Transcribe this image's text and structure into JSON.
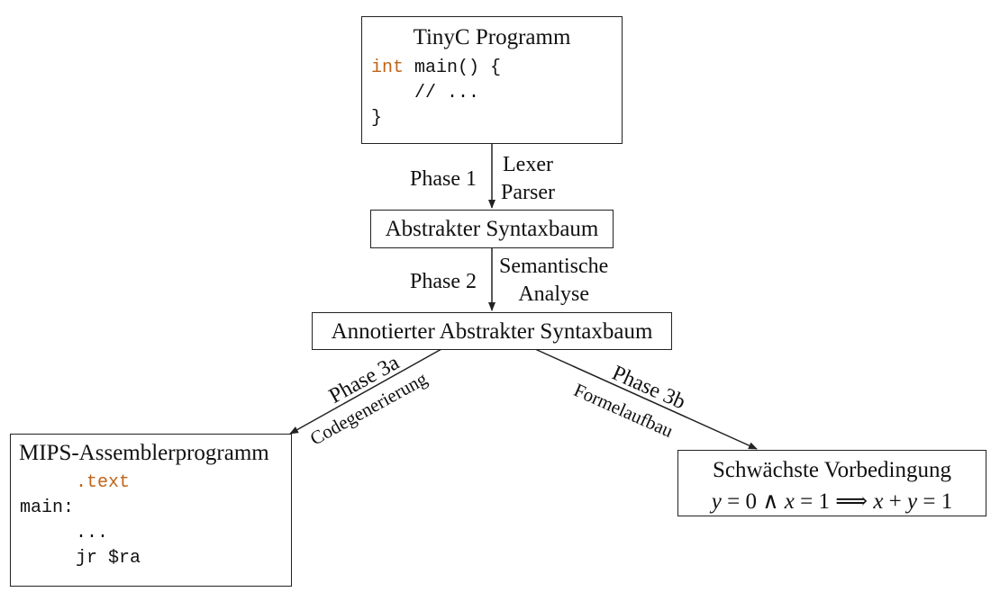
{
  "boxes": {
    "tinyc": {
      "title": "TinyC Programm",
      "code": {
        "kw": "int",
        "line1_rest": " main() {",
        "line2": "    // ...",
        "line3": "}"
      }
    },
    "ast": {
      "title": "Abstrakter Syntaxbaum"
    },
    "annotated_ast": {
      "title": "Annotierter Abstrakter Syntaxbaum"
    },
    "mips": {
      "title": "MIPS-Assemblerprogramm",
      "code": {
        "directive": ".text",
        "label": "main:",
        "dots": "...",
        "instr": "jr $ra"
      }
    },
    "wp": {
      "title": "Schwächste Vorbedingung",
      "formula": {
        "y1": "y",
        "eq1": " = 0 ∧ ",
        "x1": "x",
        "eq2": " = 1  ⟹  ",
        "x2": "x",
        "plus": " + ",
        "y2": "y",
        "eq3": " = 1"
      }
    }
  },
  "edges": {
    "phase1": {
      "phase": "Phase 1",
      "desc_line1": "Lexer",
      "desc_line2": "Parser"
    },
    "phase2": {
      "phase": "Phase 2",
      "desc_line1": "Semantische",
      "desc_line2": "Analyse"
    },
    "phase3a": {
      "phase": "Phase 3a",
      "desc": "Codegenerierung"
    },
    "phase3b": {
      "phase": "Phase 3b",
      "desc": "Formelaufbau"
    }
  },
  "colors": {
    "keyword": "#c0651a",
    "line": "#222222"
  }
}
